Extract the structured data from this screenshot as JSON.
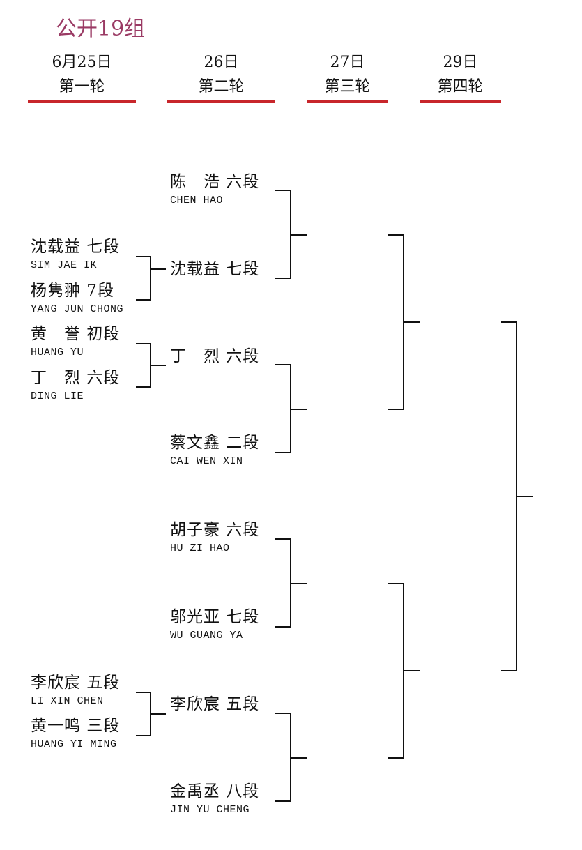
{
  "title": "公开19组",
  "rounds": [
    {
      "date": "6月25日",
      "name": "第一轮"
    },
    {
      "date": "26日",
      "name": "第二轮"
    },
    {
      "date": "27日",
      "name": "第三轮"
    },
    {
      "date": "29日",
      "name": "第四轮"
    }
  ],
  "round1": [
    {
      "name": "沈载益 七段",
      "roman": "SIM JAE IK"
    },
    {
      "name": "杨隽翀 7段",
      "roman": "YANG JUN CHONG"
    },
    {
      "name": "黄　誉 初段",
      "roman": "HUANG YU"
    },
    {
      "name": "丁　烈 六段",
      "roman": "DING LIE"
    },
    {
      "name": "李欣宸 五段",
      "roman": "LI XIN CHEN"
    },
    {
      "name": "黄一鸣 三段",
      "roman": "HUANG YI MING"
    }
  ],
  "round2": [
    {
      "name": "陈　浩 六段",
      "roman": "CHEN HAO"
    },
    {
      "name": "沈载益 七段",
      "roman": ""
    },
    {
      "name": "丁　烈 六段",
      "roman": ""
    },
    {
      "name": "蔡文鑫 二段",
      "roman": "CAI WEN XIN"
    },
    {
      "name": "胡子豪 六段",
      "roman": "HU ZI HAO"
    },
    {
      "name": "邬光亚 七段",
      "roman": "WU GUANG YA"
    },
    {
      "name": "李欣宸 五段",
      "roman": ""
    },
    {
      "name": "金禹丞 八段",
      "roman": "JIN YU CHENG"
    }
  ]
}
